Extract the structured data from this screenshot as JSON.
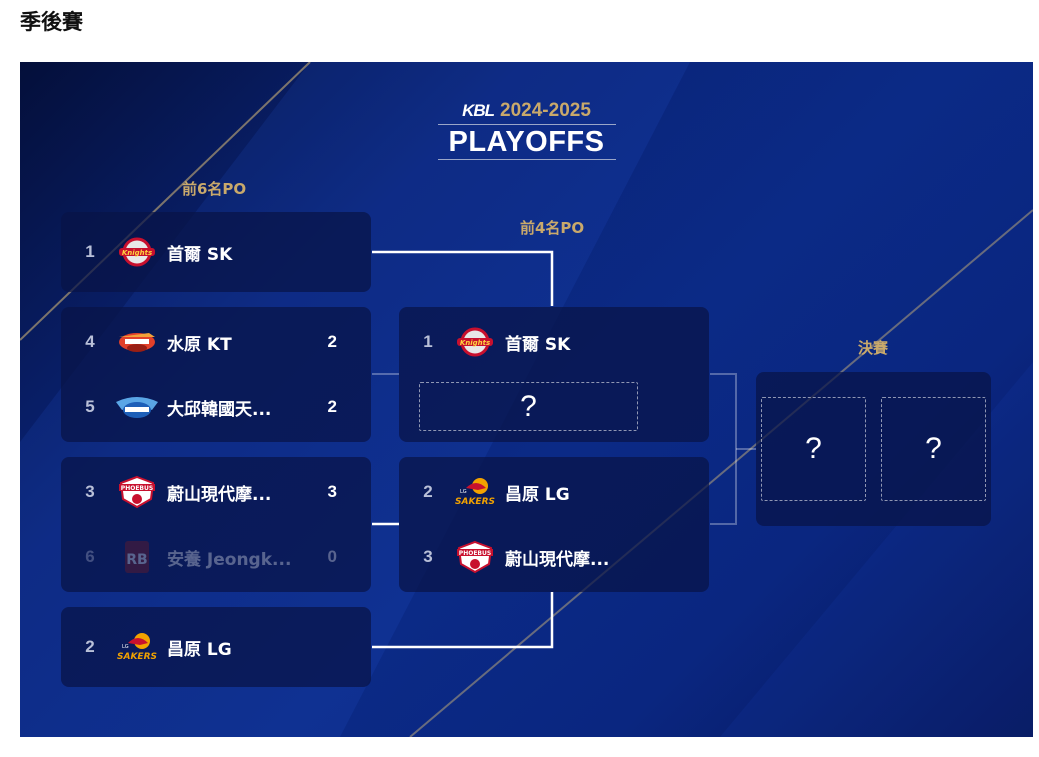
{
  "page": {
    "title": "季後賽"
  },
  "logo": {
    "brand": "KBL",
    "season": "2024-2025",
    "event": "PLAYOFFS"
  },
  "rounds": {
    "round1": "前6名PO",
    "semis": "前4名PO",
    "finals": "決賽"
  },
  "colors": {
    "gold": "#c9a96b",
    "panel": "#0b2a86"
  },
  "first_round": {
    "bye_top": {
      "seed": "1",
      "name": "首爾 SK",
      "logo": "knights-logo"
    },
    "match_a": [
      {
        "seed": "4",
        "name": "水原 KT",
        "score": "2",
        "logo": "sonicboom-logo"
      },
      {
        "seed": "5",
        "name": "大邱韓國天...",
        "score": "2",
        "logo": "pegasus-logo"
      }
    ],
    "match_b": [
      {
        "seed": "3",
        "name": "蔚山現代摩...",
        "score": "3",
        "logo": "phoebus-logo"
      },
      {
        "seed": "6",
        "name": "安養 Jeongk...",
        "score": "0",
        "logo": "redboosters-logo"
      }
    ],
    "bye_bottom": {
      "seed": "2",
      "name": "昌原 LG",
      "logo": "sakers-logo"
    }
  },
  "semifinals": {
    "top": [
      {
        "seed": "1",
        "name": "首爾 SK",
        "logo": "knights-logo"
      }
    ],
    "top_tbd": "?",
    "bottom": [
      {
        "seed": "2",
        "name": "昌原 LG",
        "logo": "sakers-logo"
      },
      {
        "seed": "3",
        "name": "蔚山現代摩...",
        "logo": "phoebus-logo"
      }
    ]
  },
  "finals": {
    "team1": "?",
    "team2": "?"
  }
}
